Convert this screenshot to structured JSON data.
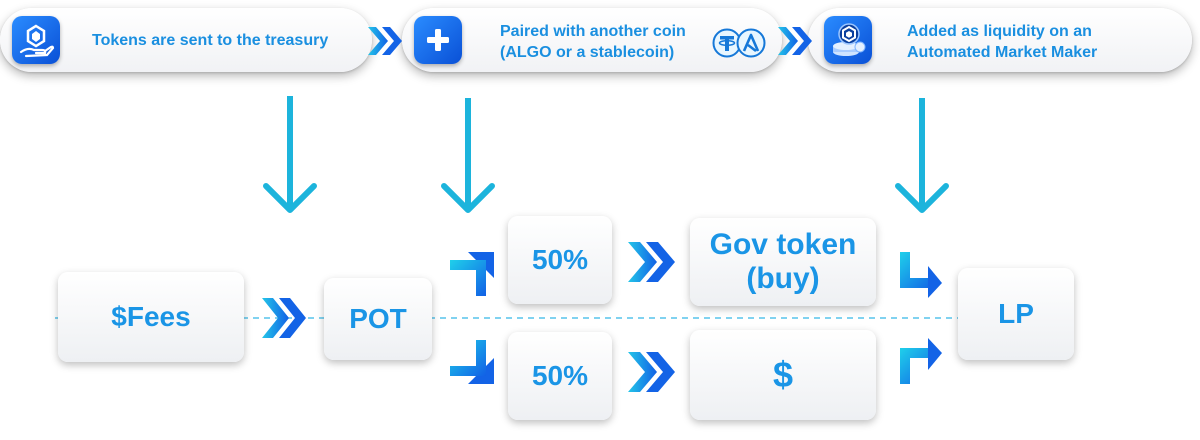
{
  "top_steps": [
    {
      "text_lines": [
        "Tokens are sent to the treasury"
      ],
      "icon": "token-hand-icon"
    },
    {
      "text_lines": [
        "Paired with another coin",
        "(ALGO or a stablecoin)"
      ],
      "icon": "plus-icon",
      "coins": [
        "tether-icon",
        "algo-icon"
      ]
    },
    {
      "text_lines": [
        "Added as liquidity on an",
        "Automated Market Maker"
      ],
      "icon": "coin-stack-icon"
    }
  ],
  "boxes": {
    "fees": "$Fees",
    "pot": "POT",
    "split_top": "50%",
    "split_bottom": "50%",
    "gov_line1": "Gov token",
    "gov_line2": "(buy)",
    "dollar": "$",
    "lp": "LP"
  },
  "colors": {
    "accent": "#1a95e6",
    "arrow_cyan": "#1cb4dc",
    "chevron_blue": "#1363e6",
    "chevron_cyan": "#1ec8e6",
    "icon_blue": "#0a50d6"
  }
}
